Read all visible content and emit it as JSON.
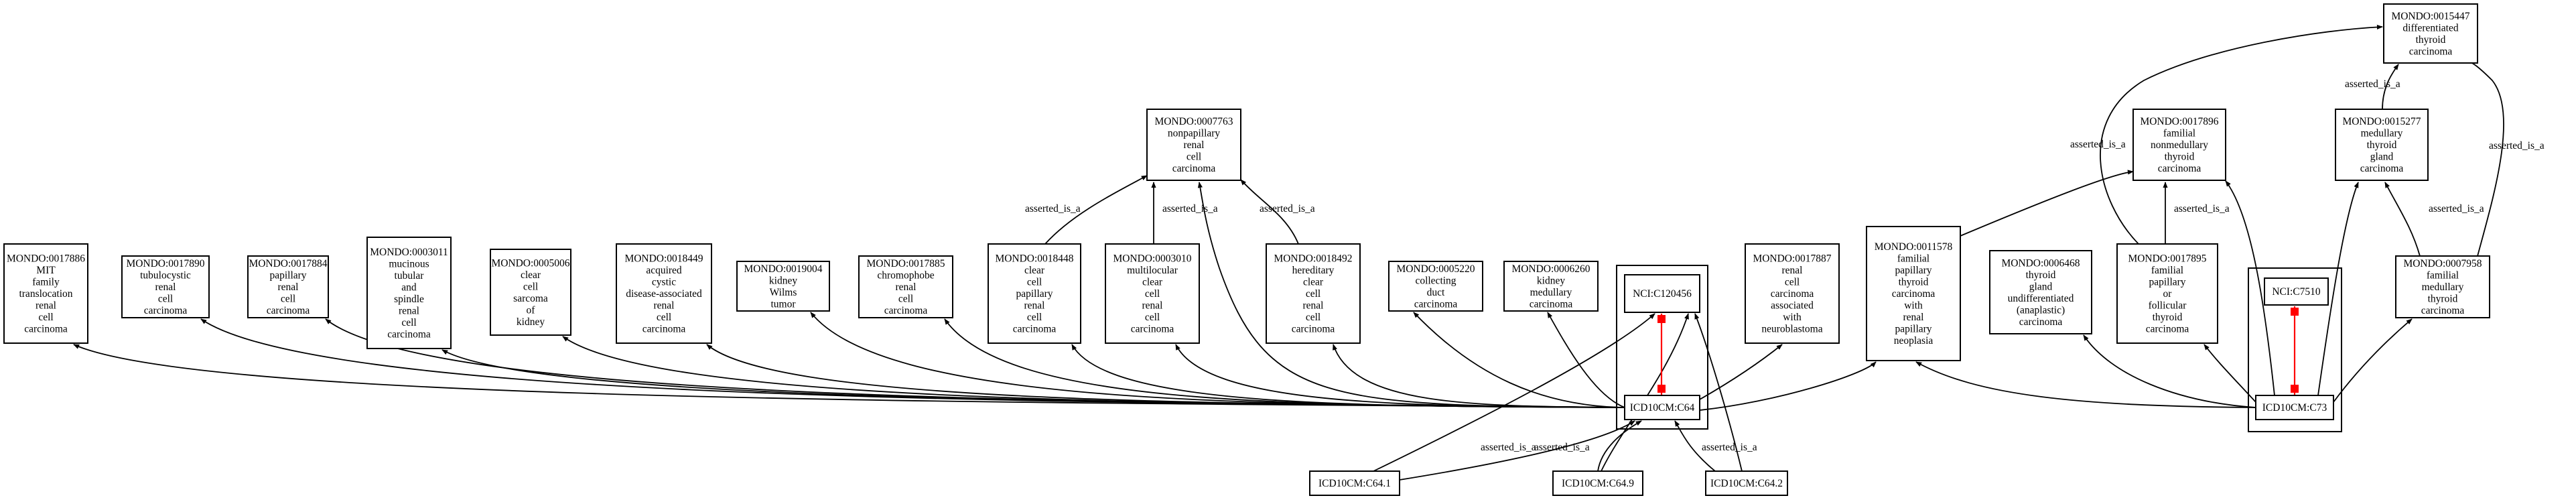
{
  "graph": {
    "type": "ontology-mapping-graph",
    "colors": {
      "edge": "#000000",
      "equivalence_edge": "#ff0000",
      "node_border": "#000000",
      "background": "#ffffff"
    },
    "nodes": [
      {
        "id": "m15447",
        "lines": [
          "MONDO:0015447",
          "differentiated",
          "thyroid",
          "carcinoma"
        ]
      },
      {
        "id": "m7763",
        "lines": [
          "MONDO:0007763",
          "nonpapillary",
          "renal",
          "cell",
          "carcinoma"
        ]
      },
      {
        "id": "m17896",
        "lines": [
          "MONDO:0017896",
          "familial",
          "nonmedullary",
          "thyroid",
          "carcinoma"
        ]
      },
      {
        "id": "m15277",
        "lines": [
          "MONDO:0015277",
          "medullary",
          "thyroid",
          "gland",
          "carcinoma"
        ]
      },
      {
        "id": "m17886",
        "lines": [
          "MONDO:0017886",
          "MIT",
          "family",
          "translocation",
          "renal",
          "cell",
          "carcinoma"
        ]
      },
      {
        "id": "m17890",
        "lines": [
          "MONDO:0017890",
          "tubulocystic",
          "renal",
          "cell",
          "carcinoma"
        ]
      },
      {
        "id": "m17884",
        "lines": [
          "MONDO:0017884",
          "papillary",
          "renal",
          "cell",
          "carcinoma"
        ]
      },
      {
        "id": "m3011",
        "lines": [
          "MONDO:0003011",
          "mucinous",
          "tubular",
          "and",
          "spindle",
          "renal",
          "cell",
          "carcinoma"
        ]
      },
      {
        "id": "m5006",
        "lines": [
          "MONDO:0005006",
          "clear",
          "cell",
          "sarcoma",
          "of",
          "kidney"
        ]
      },
      {
        "id": "m18449",
        "lines": [
          "MONDO:0018449",
          "acquired",
          "cystic",
          "disease-associated",
          "renal",
          "cell",
          "carcinoma"
        ]
      },
      {
        "id": "m19004",
        "lines": [
          "MONDO:0019004",
          "kidney",
          "Wilms",
          "tumor"
        ]
      },
      {
        "id": "m17885",
        "lines": [
          "MONDO:0017885",
          "chromophobe",
          "renal",
          "cell",
          "carcinoma"
        ]
      },
      {
        "id": "m18448",
        "lines": [
          "MONDO:0018448",
          "clear",
          "cell",
          "papillary",
          "renal",
          "cell",
          "carcinoma"
        ]
      },
      {
        "id": "m3010",
        "lines": [
          "MONDO:0003010",
          "multilocular",
          "clear",
          "cell",
          "renal",
          "cell",
          "carcinoma"
        ]
      },
      {
        "id": "m18492",
        "lines": [
          "MONDO:0018492",
          "hereditary",
          "clear",
          "cell",
          "renal",
          "cell",
          "carcinoma"
        ]
      },
      {
        "id": "m5220",
        "lines": [
          "MONDO:0005220",
          "collecting",
          "duct",
          "carcinoma"
        ]
      },
      {
        "id": "m6260",
        "lines": [
          "MONDO:0006260",
          "kidney",
          "medullary",
          "carcinoma"
        ]
      },
      {
        "id": "nci120456",
        "lines": [
          "NCI:C120456"
        ]
      },
      {
        "id": "m17887",
        "lines": [
          "MONDO:0017887",
          "renal",
          "cell",
          "carcinoma",
          "associated",
          "with",
          "neuroblastoma"
        ]
      },
      {
        "id": "m11578",
        "lines": [
          "MONDO:0011578",
          "familial",
          "papillary",
          "thyroid",
          "carcinoma",
          "with",
          "renal",
          "papillary",
          "neoplasia"
        ]
      },
      {
        "id": "m6468",
        "lines": [
          "MONDO:0006468",
          "thyroid",
          "gland",
          "undifferentiated",
          "(anaplastic)",
          "carcinoma"
        ]
      },
      {
        "id": "m17895",
        "lines": [
          "MONDO:0017895",
          "familial",
          "papillary",
          "or",
          "follicular",
          "thyroid",
          "carcinoma"
        ]
      },
      {
        "id": "nci7510",
        "lines": [
          "NCI:C7510"
        ]
      },
      {
        "id": "m7958",
        "lines": [
          "MONDO:0007958",
          "familial",
          "medullary",
          "thyroid",
          "carcinoma"
        ]
      },
      {
        "id": "icd64",
        "lines": [
          "ICD10CM:C64"
        ]
      },
      {
        "id": "icd73",
        "lines": [
          "ICD10CM:C73"
        ]
      },
      {
        "id": "icd641",
        "lines": [
          "ICD10CM:C64.1"
        ]
      },
      {
        "id": "icd649",
        "lines": [
          "ICD10CM:C64.9"
        ]
      },
      {
        "id": "icd642",
        "lines": [
          "ICD10CM:C64.2"
        ]
      }
    ],
    "edge_labels": {
      "asserted_is_a": "asserted_is_a"
    }
  }
}
